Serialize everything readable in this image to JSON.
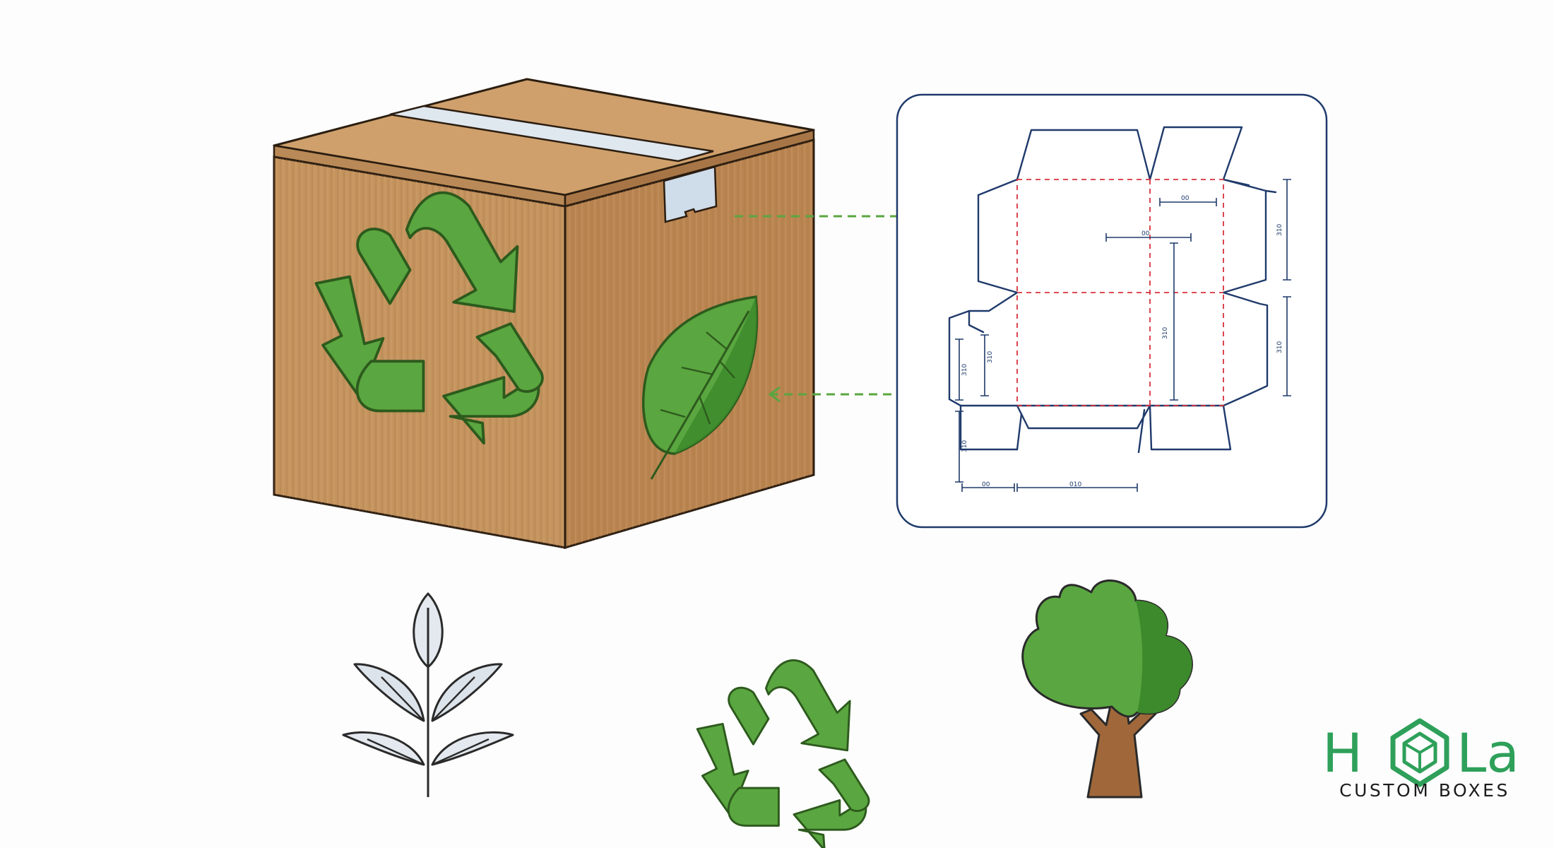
{
  "brand": {
    "logo_word": "HOLa",
    "tagline": "CUSTOM BOXES",
    "logo_color": "#2ea05a"
  },
  "dieline": {
    "dimension_labels": [
      "00",
      "00",
      "310",
      "310",
      "310",
      "310",
      "310",
      "310",
      "00",
      "010"
    ]
  },
  "colors": {
    "cardboard_front": "#c4935e",
    "cardboard_side": "#b98450",
    "cardboard_top": "#cfa06c",
    "eco_green": "#5aa640",
    "dark_green": "#3d8a2c",
    "dieline_blue": "#1f3a6b",
    "fold_red": "#d6323c"
  },
  "icons": [
    "recycle-icon",
    "leaf-icon",
    "sprout-icon",
    "tree-icon",
    "box-logo-icon"
  ]
}
